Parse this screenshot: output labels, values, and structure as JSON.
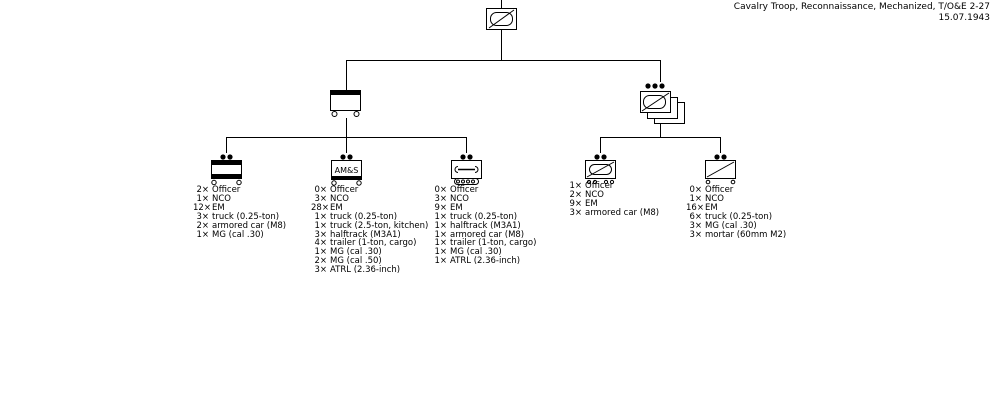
{
  "title": {
    "line1": "Cavalry Troop, Reconnaissance, Mechanized, T/O&E 2-27",
    "line2": "15.07.1943"
  },
  "units": {
    "troop_hq": {
      "symbol": "reconnaissance-cavalry-hq",
      "items": [
        {
          "n": "2×",
          "t": "Officer"
        },
        {
          "n": "1×",
          "t": "NCO"
        },
        {
          "n": "12×",
          "t": "EM"
        },
        {
          "n": "3×",
          "t": "truck (0.25-ton)"
        },
        {
          "n": "2×",
          "t": "armored car (M8)"
        },
        {
          "n": "1×",
          "t": "MG (cal .30)"
        }
      ]
    },
    "admin_mess_supply": {
      "symbol": "supply-halftrack",
      "label": "AM&S",
      "items": [
        {
          "n": "0×",
          "t": "Officer"
        },
        {
          "n": "3×",
          "t": "NCO"
        },
        {
          "n": "28×",
          "t": "EM"
        },
        {
          "n": "1×",
          "t": "truck (0.25-ton)"
        },
        {
          "n": "1×",
          "t": "truck (2.5-ton, kitchen)"
        },
        {
          "n": "3×",
          "t": "halftrack (M3A1)"
        },
        {
          "n": "4×",
          "t": "trailer (1-ton, cargo)"
        },
        {
          "n": "1×",
          "t": "MG (cal .30)"
        },
        {
          "n": "2×",
          "t": "MG (cal .50)"
        },
        {
          "n": "3×",
          "t": "ATRL (2.36-inch)"
        }
      ]
    },
    "maintenance": {
      "symbol": "maintenance-wrench",
      "items": [
        {
          "n": "0×",
          "t": "Officer"
        },
        {
          "n": "3×",
          "t": "NCO"
        },
        {
          "n": "9×",
          "t": "EM"
        },
        {
          "n": "1×",
          "t": "truck (0.25-ton)"
        },
        {
          "n": "1×",
          "t": "halftrack (M3A1)"
        },
        {
          "n": "1×",
          "t": "armored car (M8)"
        },
        {
          "n": "1×",
          "t": "trailer (1-ton, cargo)"
        },
        {
          "n": "1×",
          "t": "MG (cal .30)"
        },
        {
          "n": "1×",
          "t": "ATRL (2.36-inch)"
        }
      ]
    },
    "platoon_hq": {
      "symbol": "armored-reconnaissance",
      "items": [
        {
          "n": "1×",
          "t": "Officer"
        },
        {
          "n": "2×",
          "t": "NCO"
        },
        {
          "n": "9×",
          "t": "EM"
        },
        {
          "n": "3×",
          "t": "armored car (M8)"
        }
      ]
    },
    "mortar_section": {
      "symbol": "mortar-reconnaissance",
      "items": [
        {
          "n": "0×",
          "t": "Officer"
        },
        {
          "n": "1×",
          "t": "NCO"
        },
        {
          "n": "16×",
          "t": "EM"
        },
        {
          "n": "6×",
          "t": "truck (0.25-ton)"
        },
        {
          "n": "3×",
          "t": "MG (cal .30)"
        },
        {
          "n": "3×",
          "t": "mortar (60mm M2)"
        }
      ]
    }
  }
}
